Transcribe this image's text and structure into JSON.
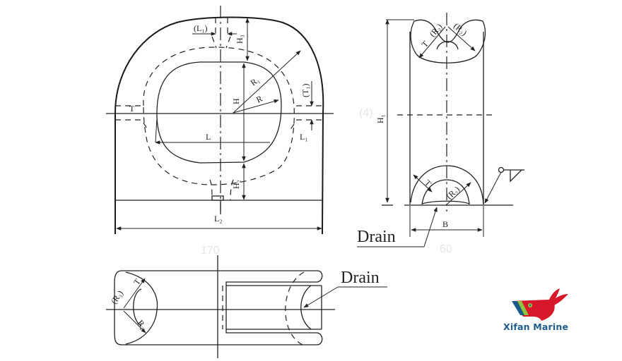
{
  "figure": {
    "type": "engineering drawing",
    "subject": "Mooring chock (closed chock) dimensional drawing"
  },
  "front_view": {
    "labels": {
      "L1_top": "(L₁)",
      "H3": "H₃",
      "R1": "R₁",
      "R": "R",
      "H": "H",
      "T1": "(T₁)",
      "L1_side": "L₁",
      "L": "L",
      "H2": "H₂",
      "L2": "L₂",
      "T": "T"
    }
  },
  "side_view": {
    "labels": {
      "R2_left": "(R₂)",
      "R2_right": "(R₂)",
      "T_top": "T",
      "H1": "H₁",
      "T_bottom": "T",
      "R2_bottom": "(R₂)",
      "B": "B",
      "drain": "Drain"
    },
    "weld_symbol": "fillet-weld-symbol"
  },
  "plan_view": {
    "labels": {
      "R3": "(R₃)",
      "T": "T",
      "R2": "R₂",
      "drain": "Drain"
    }
  },
  "faint_marks": {
    "mark1": "170",
    "mark2": "(4)",
    "mark3": "60"
  },
  "brand": {
    "name": "Xifan Marine",
    "colors": {
      "whale_red": "#d7182a",
      "stripe_green": "#8cc63f",
      "stripe_blue": "#1a5b8c",
      "text_blue": "#1f5c8a"
    }
  }
}
